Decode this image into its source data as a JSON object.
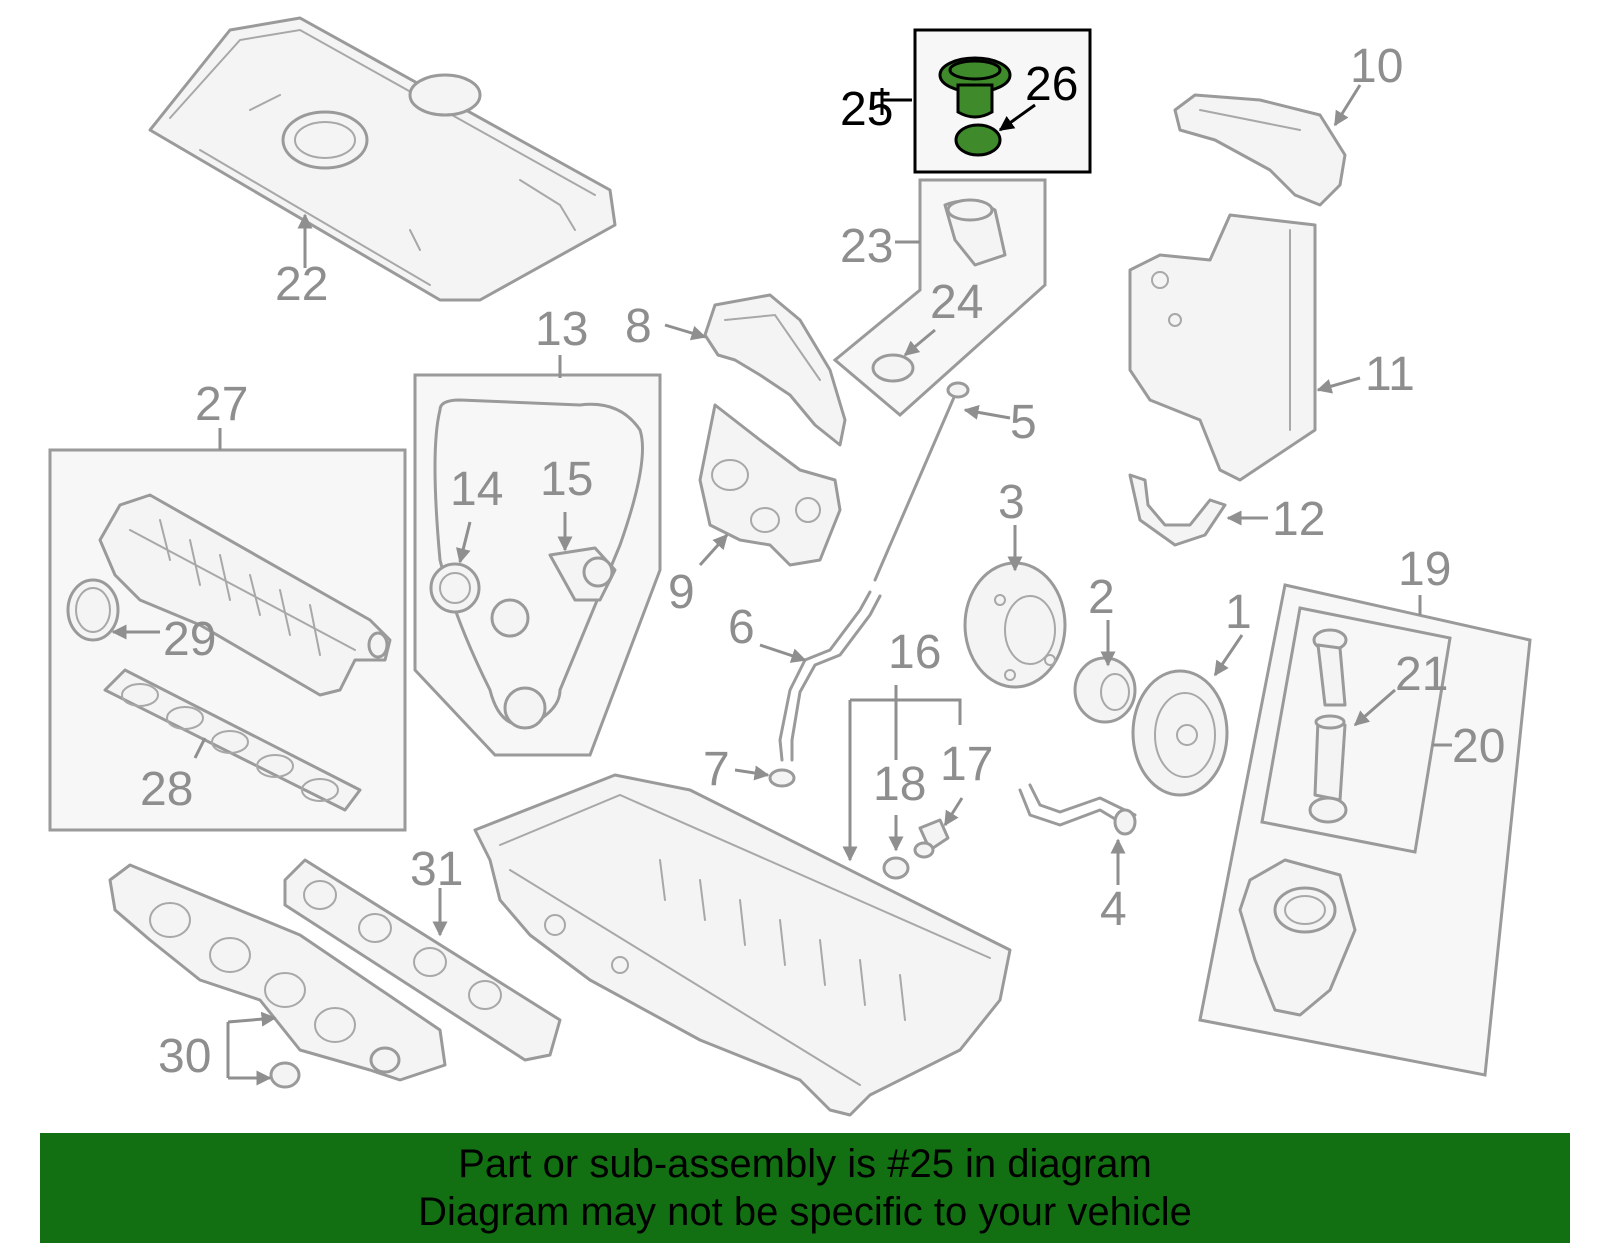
{
  "diagram": {
    "highlight_color": "#3f8a2a",
    "banner_color": "#127012",
    "part_numbers": {
      "p1": "1",
      "p2": "2",
      "p3": "3",
      "p4": "4",
      "p5": "5",
      "p6": "6",
      "p7": "7",
      "p8": "8",
      "p9": "9",
      "p10": "10",
      "p11": "11",
      "p12": "12",
      "p13": "13",
      "p14": "14",
      "p15": "15",
      "p16": "16",
      "p17": "17",
      "p18": "18",
      "p19": "19",
      "p20": "20",
      "p21": "21",
      "p22": "22",
      "p23": "23",
      "p24": "24",
      "p25": "25",
      "p26": "26",
      "p27": "27",
      "p28": "28",
      "p29": "29",
      "p30": "30",
      "p31": "31"
    }
  },
  "banner": {
    "line1": "Part or sub-assembly is #25 in diagram",
    "line2": "Diagram may not be specific to your vehicle"
  }
}
